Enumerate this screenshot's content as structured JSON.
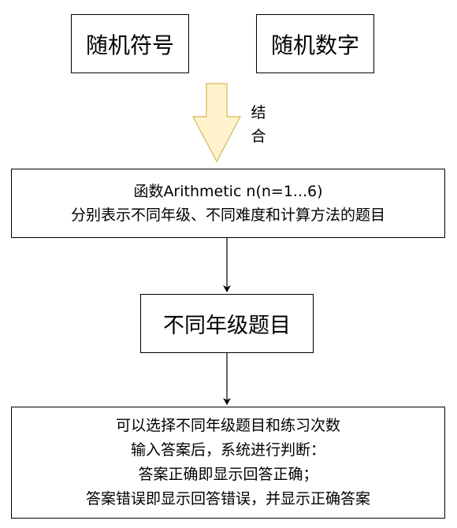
{
  "nodes": {
    "random_symbol": "随机符号",
    "random_number": "随机数字",
    "combine_label": [
      "结",
      "合"
    ],
    "function_box": [
      "函数Arithmetic n(n=1...6)",
      "分别表示不同年级、不同难度和计算方法的题目"
    ],
    "grade_questions": "不同年级题目",
    "description_box": [
      "可以选择不同年级题目和练习次数",
      "输入答案后，系统进行判断：",
      "答案正确即显示回答正确；",
      "答案错误即显示回答错误，并显示正确答案"
    ]
  },
  "colors": {
    "arrow_fill": "#FFF2CC",
    "arrow_stroke": "#D6B656",
    "line": "#000000"
  }
}
